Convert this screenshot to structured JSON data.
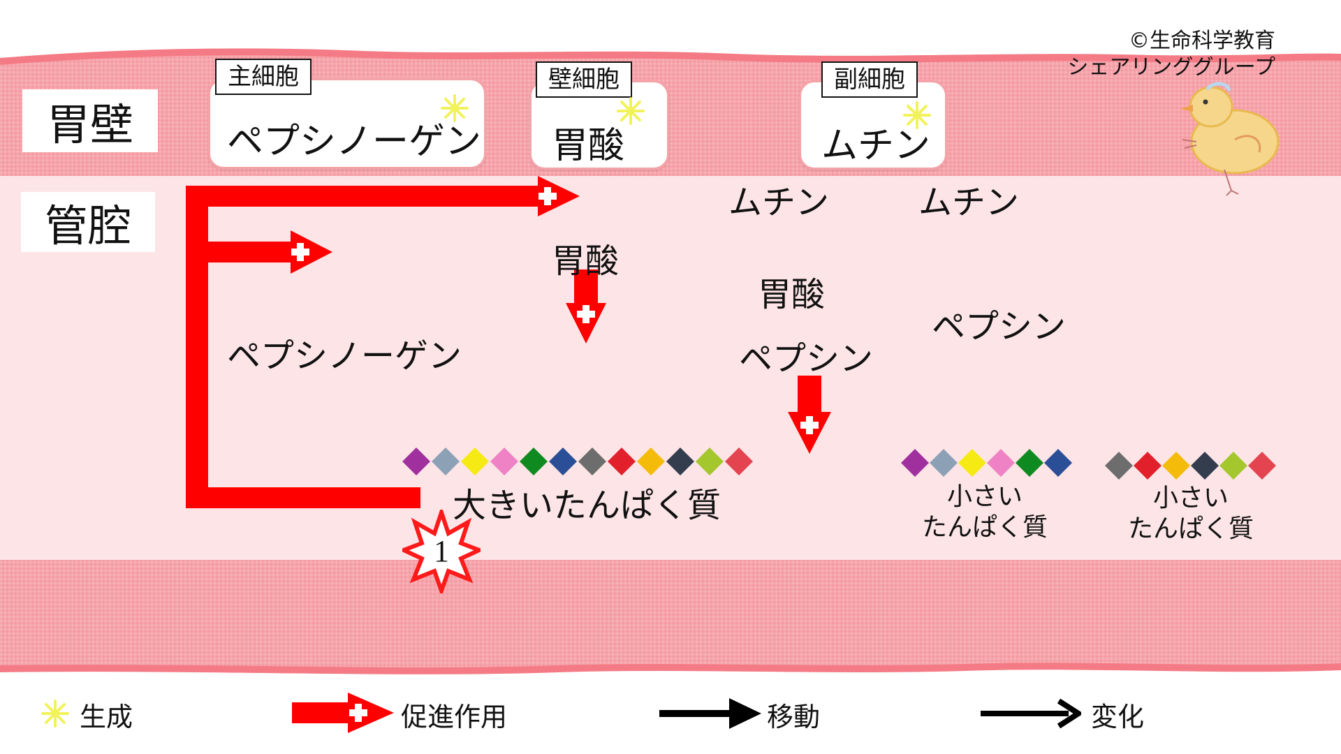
{
  "copyright": {
    "line1": "©生命科学教育",
    "line2": "シェアリンググループ"
  },
  "regions": {
    "wall": "胃壁",
    "lumen": "管腔"
  },
  "cells": [
    {
      "tag": "主細胞",
      "product": "ペプシノーゲン"
    },
    {
      "tag": "壁細胞",
      "product": "胃酸"
    },
    {
      "tag": "副細胞",
      "product": "ムチン"
    }
  ],
  "lumen": {
    "mucin_1": "ムチン",
    "mucin_2": "ムチン",
    "acid_1": "胃酸",
    "acid_2": "胃酸",
    "pepsinogen": "ペプシノーゲン",
    "pepsin_1": "ペプシン",
    "pepsin_2": "ペプシン",
    "large_protein": "大きいたんぱく質",
    "small_protein_1": {
      "line1": "小さい",
      "line2": "たんぱく質"
    },
    "small_protein_2": {
      "line1": "小さい",
      "line2": "たんぱく質"
    }
  },
  "step_badge": "1",
  "protein_chains": {
    "large": [
      "#a0309e",
      "#8ca0b6",
      "#f5ea14",
      "#ee82c4",
      "#0f8a20",
      "#2b4f96",
      "#6d6d6d",
      "#e2202c",
      "#f5bb0a",
      "#333d4e",
      "#a4c72d",
      "#e34450"
    ],
    "small_1": [
      "#a0309e",
      "#8ca0b6",
      "#f5ea14",
      "#ee82c4",
      "#0f8a20",
      "#2b4f96"
    ],
    "small_2": [
      "#6d6d6d",
      "#e2202c",
      "#f5bb0a",
      "#333d4e",
      "#a4c72d",
      "#e34450"
    ]
  },
  "legend": {
    "generation": "生成",
    "promotion": "促進作用",
    "movement": "移動",
    "change": "変化"
  },
  "colors": {
    "wall": "#f6a8ae",
    "lumen": "#fde5e7",
    "wall_edge": "#f47b85",
    "promote_arrow": "#ff0000",
    "spark": "#f2f25a"
  }
}
